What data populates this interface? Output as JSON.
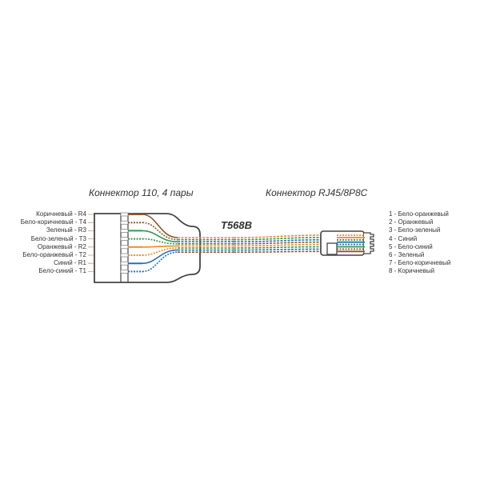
{
  "titles": {
    "connector_110": "Коннектор 110, 4 пары",
    "connector_rj45": "Коннектор RJ45/8P8C",
    "standard": "T568B"
  },
  "left_pins": [
    {
      "label": "Коричневый - R4",
      "color": "#8a5a2b",
      "striped": false
    },
    {
      "label": "Бело-коричневый - T4",
      "color": "#8a5a2b",
      "striped": true
    },
    {
      "label": "Зеленый - R3",
      "color": "#2e9a48",
      "striped": false
    },
    {
      "label": "Бело-зеленый - T3",
      "color": "#2e9a48",
      "striped": true
    },
    {
      "label": "Оранжевый - R2",
      "color": "#ee8a2a",
      "striped": false
    },
    {
      "label": "Бело-оранжевый - T2",
      "color": "#ee8a2a",
      "striped": true
    },
    {
      "label": "Синий - R1",
      "color": "#2a6fb8",
      "striped": false
    },
    {
      "label": "Бело-синий - T1",
      "color": "#2a6fb8",
      "striped": true
    }
  ],
  "right_pins": [
    {
      "label": "1 - Бело-оранжевый",
      "color": "#ee8a2a",
      "striped": true
    },
    {
      "label": "2 - Оранжевый",
      "color": "#ee8a2a",
      "striped": false
    },
    {
      "label": "3 - Бело-зеленый",
      "color": "#2e9a48",
      "striped": true
    },
    {
      "label": "4 - Синий",
      "color": "#2a6fb8",
      "striped": false
    },
    {
      "label": "5 - Бело-синий",
      "color": "#2a6fb8",
      "striped": true
    },
    {
      "label": "6 - Зеленый",
      "color": "#2e9a48",
      "striped": false
    },
    {
      "label": "7 - Бело-коричневый",
      "color": "#8a5a2b",
      "striped": true
    },
    {
      "label": "8 - Коричневый",
      "color": "#8a5a2b",
      "striped": false
    }
  ],
  "colors": {
    "outline": "#444444",
    "cable_pattern": [
      "#ee8a2a",
      "#2e9a48",
      "#2a6fb8",
      "#8a5a2b"
    ]
  }
}
